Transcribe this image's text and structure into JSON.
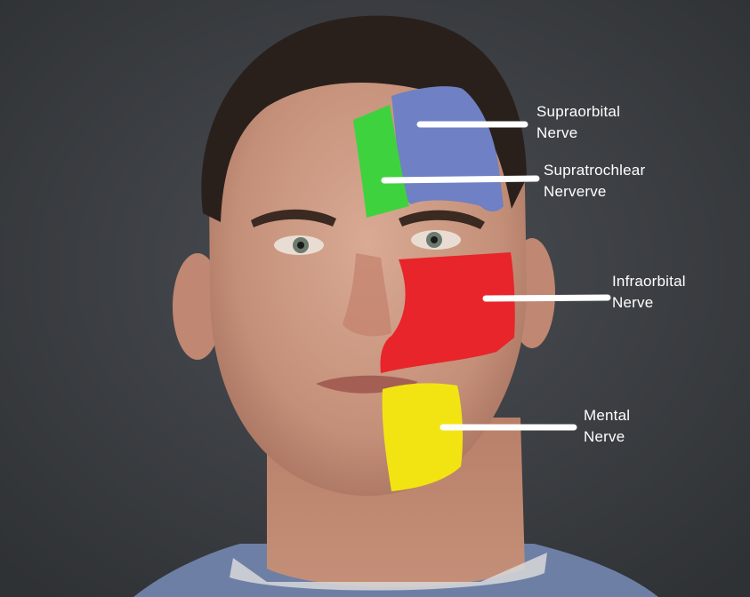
{
  "labels": {
    "supraorbital": {
      "line1": "Supraorbital",
      "line2": "Nerve"
    },
    "supratrochlear": {
      "line1": "Supratrochlear",
      "line2": "Nerverve"
    },
    "infraorbital": {
      "line1": "Infraorbital",
      "line2": "Nerve"
    },
    "mental": {
      "line1": "Mental",
      "line2": "Nerve"
    }
  },
  "colors": {
    "background": "#3b3e42",
    "supraorbital_region": "#6f80c4",
    "supratrochlear_region": "#3fd23f",
    "infraorbital_region": "#e8252a",
    "mental_region": "#f2e413",
    "leader_line": "#ffffff"
  }
}
